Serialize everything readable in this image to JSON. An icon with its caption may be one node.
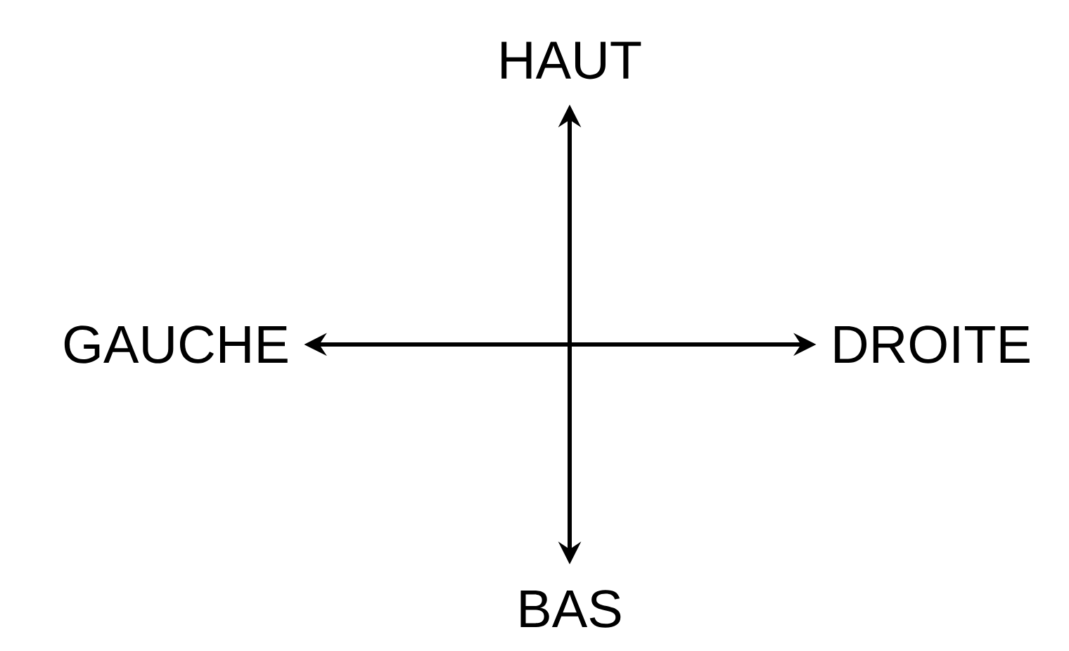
{
  "diagram": {
    "nodes": [
      {
        "text": [
          "HAUT"
        ]
      },
      {
        "text": [
          "GAUCHE"
        ]
      },
      {
        "text": [
          "DROITE"
        ]
      },
      {
        "text": [
          "BAS"
        ]
      }
    ],
    "edges": [
      {
        "from": null,
        "to": 0,
        "arrow": "to"
      },
      {
        "from": null,
        "to": 1,
        "arrow": "to"
      },
      {
        "from": null,
        "to": 2,
        "arrow": "to"
      },
      {
        "from": null,
        "to": 3,
        "arrow": "to"
      }
    ]
  }
}
